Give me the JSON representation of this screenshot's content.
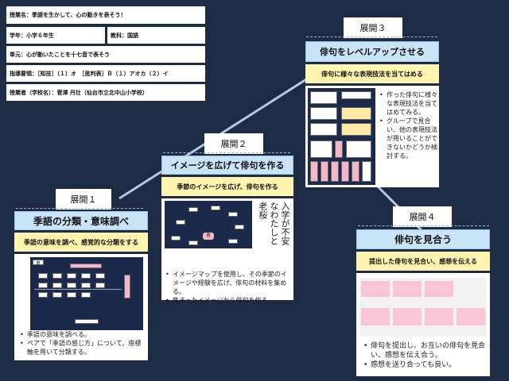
{
  "header": {
    "lesson_name": "授業名：季語を生かして、心の動きを表そう！",
    "grade": "学年：小学６年生",
    "subject": "教科：国語",
    "unit": "単元：心が動いたことを十七音で表そう",
    "points": "指導要領：［知技］（１）オ　［思判表］Ｂ（１）アオカ（２）イ",
    "teacher": "授業者（学校名）：菅澤 丹壮（仙台市立北中山小学校）"
  },
  "stages": [
    {
      "label": "展開１",
      "title": "季語の分類・意味調べ",
      "subtitle": "季語の意味を調べ、感覚的な分類をする",
      "image_heading": "春",
      "bullets": [
        "季語の意味を調べる。",
        "ペアで「季語の感じ方」について、座標軸を用いて分類する。"
      ]
    },
    {
      "label": "展開２",
      "title": "イメージを広げて俳句を作る",
      "subtitle": "季節のイメージを広げ、俳句を作る",
      "image_center": "春",
      "haiku": "入学が不安なわたしと老桜",
      "bullets": [
        "イメージマップを使用し、その季節のイメージや経験を広げ、俳句の材料を集める。",
        "集まったイメージから俳句を作る。"
      ]
    },
    {
      "label": "展開３",
      "title": "俳句をレベルアップさせる",
      "subtitle": "俳句に様々な表現技法を当てはめる",
      "bullets": [
        "作った俳句に様々な表現技法を当てはめてみる。",
        "グループで見合い、他の表現技法が用いることができないかどうか検討する。"
      ]
    },
    {
      "label": "展開４",
      "title": "俳句を見合う",
      "subtitle": "提出した俳句を見合い、感想を伝える",
      "bullets": [
        "俳句を提出し、お互いの俳句を見合い、感想を伝え合う。",
        "感想を送り合っても良い。"
      ]
    }
  ],
  "colors": {
    "background": "#1d2b44",
    "title_fill": "#c9e3f7",
    "subtitle_fill": "#fff3b0",
    "connector": "#b8c6da"
  }
}
